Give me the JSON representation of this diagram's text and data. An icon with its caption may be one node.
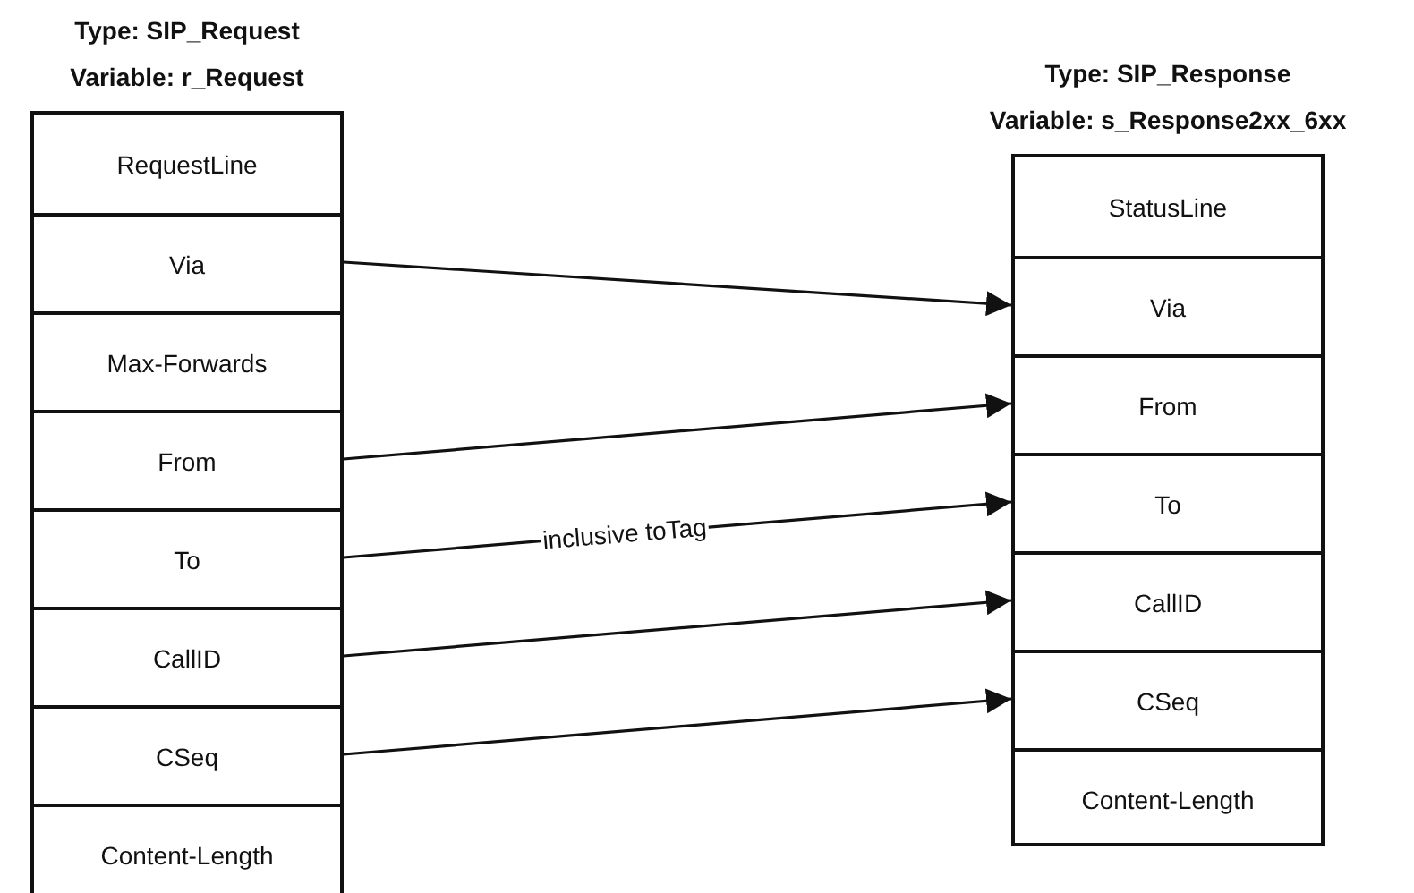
{
  "diagram": {
    "nodes": [
      {
        "text": [
          "Type: SIP_Request",
          "Variable: r_Request"
        ]
      },
      {
        "text": [
          "RequestLine"
        ],
        "in": 0
      },
      {
        "text": [
          "Via"
        ],
        "in": 0
      },
      {
        "text": [
          "Max-Forwards"
        ],
        "in": 0
      },
      {
        "text": [
          "From"
        ],
        "in": 0
      },
      {
        "text": [
          "To"
        ],
        "in": 0
      },
      {
        "text": [
          "CallID"
        ],
        "in": 0
      },
      {
        "text": [
          "CSeq"
        ],
        "in": 0
      },
      {
        "text": [
          "Content-Length"
        ],
        "in": 0
      },
      {
        "text": [
          "Type: SIP_Response",
          "Variable: s_Response2xx_6xx"
        ]
      },
      {
        "text": [
          "StatusLine"
        ],
        "in": 9
      },
      {
        "text": [
          "Via"
        ],
        "in": 9
      },
      {
        "text": [
          "From"
        ],
        "in": 9
      },
      {
        "text": [
          "To"
        ],
        "in": 9
      },
      {
        "text": [
          "CallID"
        ],
        "in": 9
      },
      {
        "text": [
          "CSeq"
        ],
        "in": 9
      },
      {
        "text": [
          "Content-Length"
        ],
        "in": 9
      }
    ],
    "edges": [
      {
        "from": 2,
        "to": 11,
        "arrow": "to"
      },
      {
        "from": 4,
        "to": 12,
        "arrow": "to"
      },
      {
        "from": 5,
        "to": 13,
        "arrow": "to",
        "label": "inclusive toTag"
      },
      {
        "from": 6,
        "to": 14,
        "arrow": "to"
      },
      {
        "from": 7,
        "to": 15,
        "arrow": "to"
      }
    ]
  }
}
